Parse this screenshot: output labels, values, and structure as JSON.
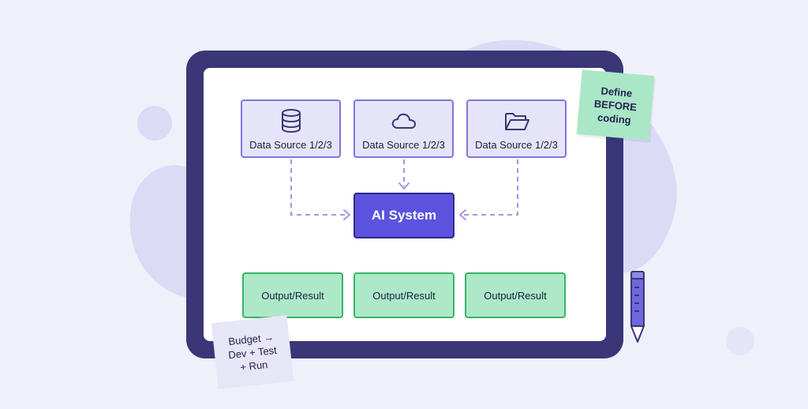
{
  "diagram": {
    "sources": [
      {
        "label": "Data Source 1/2/3",
        "icon": "database-icon"
      },
      {
        "label": "Data Source 1/2/3",
        "icon": "cloud-icon"
      },
      {
        "label": "Data Source 1/2/3",
        "icon": "folder-icon"
      }
    ],
    "center": {
      "label": "AI System"
    },
    "outputs": [
      {
        "label": "Output/Result"
      },
      {
        "label": "Output/Result"
      },
      {
        "label": "Output/Result"
      }
    ]
  },
  "notes": {
    "sticky_green": "Define\nBEFORE\ncoding",
    "sticky_grey": "Budget →\nDev + Test\n+ Run"
  },
  "colors": {
    "background": "#f0f0fb",
    "tablet_frame": "#3a3677",
    "source_fill": "#e5e4f9",
    "source_border": "#7f77de",
    "ai_fill": "#5b53de",
    "output_fill": "#ade9c9",
    "output_border": "#39b463",
    "arrow": "#9f98e6"
  }
}
